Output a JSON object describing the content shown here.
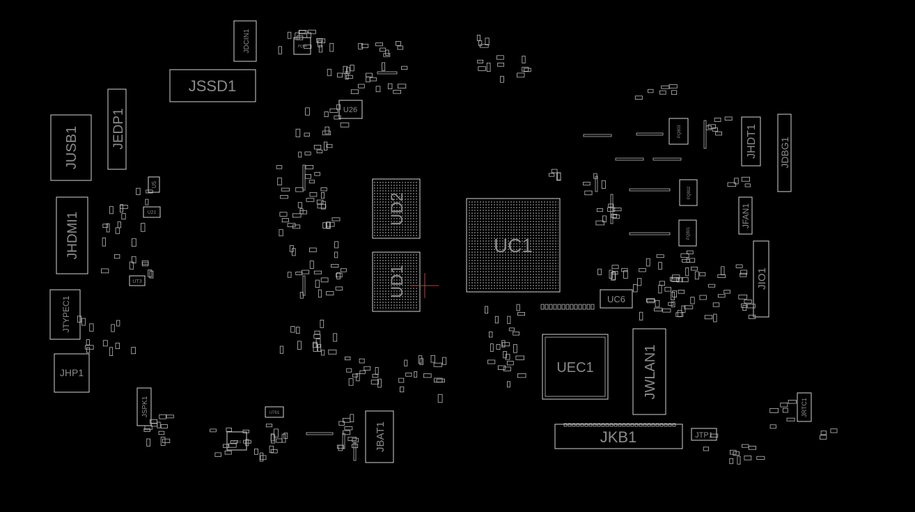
{
  "viewer": {
    "background": "#000000",
    "outline_color": "#d4d4d4",
    "label_color": "#8a8a8a",
    "cursor_color": "#c0404a"
  },
  "components": {
    "jdcin1": "JDCIN1",
    "jssd1": "JSSD1",
    "jusb1": "JUSB1",
    "jedp1": "JEDP1",
    "jhdmi1": "JHDMI1",
    "jtypec1": "JTYPEC1",
    "jhp1": "JHP1",
    "jspk1": "JSPK1",
    "u26": "U26",
    "ud2": "UD2",
    "ud1": "UD1",
    "uc1": "UC1",
    "uc6": "UC6",
    "uec1": "UEC1",
    "jwlan1": "JWLAN1",
    "jkb1": "JKB1",
    "jbat1": "JBAT1",
    "jhdt1": "JHDT1",
    "jdbg1": "JDBG1",
    "jfan1": "JFAN1",
    "jio1": "JIO1",
    "jtp1": "JTP1",
    "jrtc1": "JRTC1",
    "u5": "U5",
    "u21": "U21",
    "ut3": "UT3",
    "pq54": "PQ54",
    "pu61": "PU61",
    "u761": "U761",
    "pq803": "PQ803",
    "pq802": "PQ802",
    "pq801": "PQ801"
  }
}
